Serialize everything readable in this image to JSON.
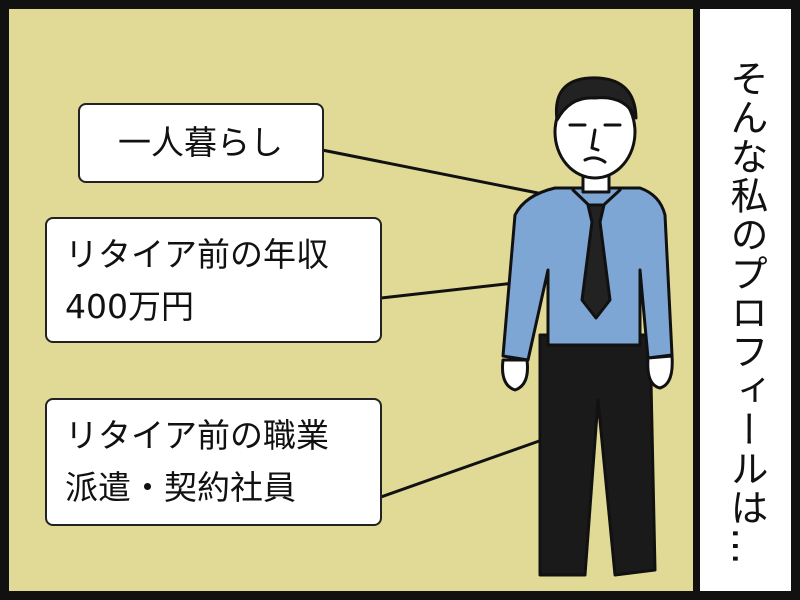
{
  "narration": "そんな私のプロフィールは…",
  "labels": {
    "living": "一人暮らし",
    "income_title": "リタイア前の年収",
    "income_value": "400万円",
    "job_title": "リタイア前の職業",
    "job_value": "派遣・契約社員"
  },
  "colors": {
    "background": "#e0da96",
    "shirt": "#7ea6d4",
    "pants": "#1a1a1a"
  }
}
